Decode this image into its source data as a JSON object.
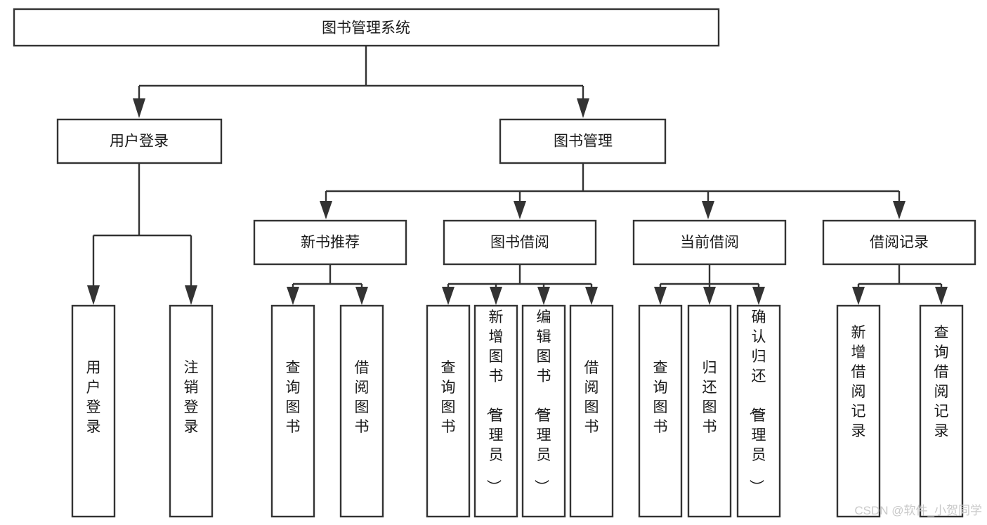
{
  "diagram": {
    "title": "图书管理系统",
    "type": "tree-hierarchy-chart",
    "orientation": "top-down",
    "colors": {
      "box_stroke": "#333333",
      "box_fill": "#ffffff",
      "text": "#1a1a1a",
      "background": "#ffffff",
      "watermark": "#c9c9c9"
    },
    "root": {
      "label": "图书管理系统"
    },
    "level2": [
      {
        "label": "用户登录"
      },
      {
        "label": "图书管理"
      }
    ],
    "level3": [
      {
        "label": "新书推荐"
      },
      {
        "label": "图书借阅"
      },
      {
        "label": "当前借阅"
      },
      {
        "label": "借阅记录"
      }
    ],
    "leaves": {
      "user_login": [
        {
          "label": "用户登录"
        },
        {
          "label": "注销登录"
        }
      ],
      "new_book_recommend": [
        {
          "label": "查询图书"
        },
        {
          "label": "借阅图书"
        }
      ],
      "book_borrow": [
        {
          "label": "查询图书"
        },
        {
          "label": "新增图书（管理员）"
        },
        {
          "label": "编辑图书（管理员）"
        },
        {
          "label": "借阅图书"
        }
      ],
      "current_borrow": [
        {
          "label": "查询图书"
        },
        {
          "label": "归还图书"
        },
        {
          "label": "确认归还（管理员）"
        }
      ],
      "borrow_record": [
        {
          "label": "新增借阅记录"
        },
        {
          "label": "查询借阅记录"
        }
      ]
    },
    "watermark": "CSDN @软件_小贺同学"
  }
}
